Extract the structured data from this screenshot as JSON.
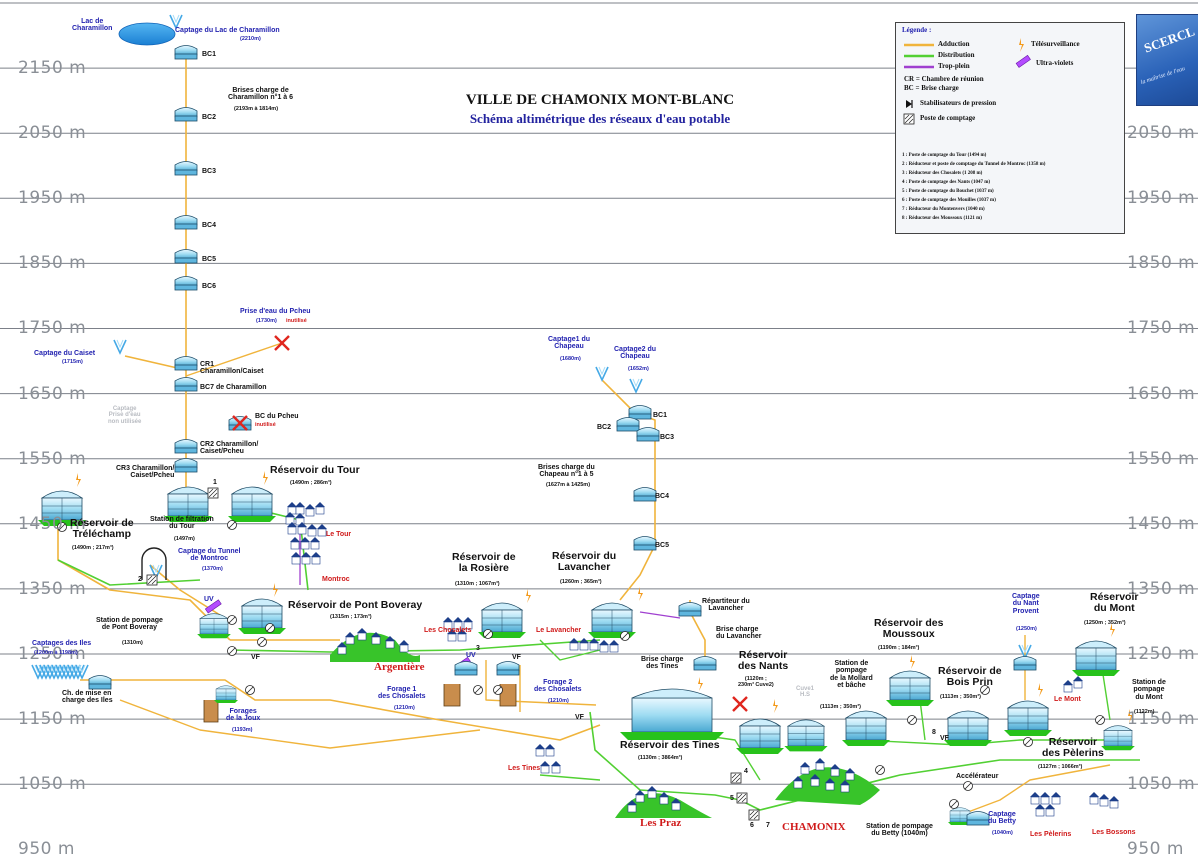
{
  "title": {
    "main": "VILLE DE CHAMONIX MONT-BLANC",
    "sub": "Schéma altimétrique des réseaux d'eau potable"
  },
  "altitude_levels": [
    "2150 m",
    "2050 m",
    "1950 m",
    "1850 m",
    "1750 m",
    "1650 m",
    "1550 m",
    "1450 m",
    "1350 m",
    "1250 m",
    "1150 m",
    "1050 m",
    "950 m"
  ],
  "logo": {
    "text": "SCERCL",
    "tagline": "la maîtrise de l'eau"
  },
  "legend": {
    "title": "Légende :",
    "lines": [
      {
        "label": "Adduction",
        "color": "#f0b43c"
      },
      {
        "label": "Distribution",
        "color": "#52d033"
      },
      {
        "label": "Trop-plein",
        "color": "#a040d0"
      }
    ],
    "telesurveillance": "Télésurveillance",
    "ultraviolets": "Ultra-violets",
    "abbreviations": [
      "CR = Chambre de réunion",
      "BC = Brise charge"
    ],
    "stabilisateurs": "Stabilisateurs de pression",
    "poste": "Poste de comptage",
    "notes": [
      "1 : Poste de comptage du Tour (1494 m)",
      "2 : Réducteur et poste de comptage du Tunnel de Montroc (1358 m)",
      "3 : Réducteur des Chosalets (1 208 m)",
      "4 : Poste de comptage des Nants (1047 m)",
      "5 : Poste de comptage du Bouchet (1037 m)",
      "6 : Poste de comptage des Mouilles (1037 m)",
      "7 : Réducteur du Montenvers (1040 m)",
      "8 : Réducteur des Moussoux (1121 m)"
    ]
  },
  "labels": {
    "lac": "Lac de\nCharamillon",
    "captage_lac": "Captage du Lac de Charamillon",
    "captage_lac_alt": "(2210m)",
    "bc1": "BC1",
    "bc2": "BC2",
    "bc3": "BC3",
    "bc4": "BC4",
    "bc5": "BC5",
    "bc6": "BC6",
    "brises_charamillon": "Brises charge de\nCharamillon n°1 à 6",
    "brises_charamillon_alt": "(2193m à 1814m)",
    "prise_pcheu": "Prise d'eau du Pcheu",
    "prise_pcheu_alt": "(1730m) ",
    "inutilise": "inutilisé",
    "captage_caiset": "Captage du Caiset",
    "captage_caiset_alt": "(1715m)",
    "cr1": "CR1\nCharamillon/Caiset",
    "bc7": "BC7 de Charamillon",
    "captage_prise_gris": "Captage\nPrise d'eau\nnon utilisée",
    "bc_pcheu": "BC du Pcheu",
    "cr2": "CR2 Charamillon/\nCaiset/Pcheu",
    "cr3": "CR3 Charamillon/\nCaiset/Pcheu",
    "res_tour": "Réservoir du Tour",
    "res_tour_alt": "(1490m ; 286m³)",
    "le_tour": "Le Tour",
    "res_trelechamp": "Réservoir de\nTréléchamp",
    "res_trelechamp_alt": "(1490m ; 217m³)",
    "station_filtration": "Station de filtration\ndu Tour",
    "station_filtration_alt": "(1497m)",
    "captage_tunnel": "Captage du Tunnel\nde Montroc",
    "captage_tunnel_alt": "(1370m)",
    "montroc": "Montroc",
    "captage1_chapeau": "Captage1 du\nChapeau",
    "captage1_chapeau_alt": "(1680m)",
    "captage2_chapeau": "Captage2 du\nChapeau",
    "captage2_chapeau_alt": "(1652m)",
    "brises_chapeau": "Brises charge du\nChapeau n°1 à 5",
    "brises_chapeau_alt": "(1627m à 1425m)",
    "res_rosiere": "Réservoir de\nla Rosière",
    "res_rosiere_alt": "(1310m ; 1067m³)",
    "res_lavancher": "Réservoir du\nLavancher",
    "res_lavancher_alt": "(1260m ; 365m³)",
    "repartiteur": "Répartiteur du\nLavancher",
    "bc_lavancher": "Brise charge\ndu Lavancher",
    "station_pontboveray": "Station de pompage\nde Pont Boveray",
    "station_pontboveray_alt": "(1310m)",
    "uv": "UV",
    "res_pontboveray": "Réservoir de Pont Boveray",
    "res_pontboveray_alt": "(1315m ; 173m³)",
    "les_chosalets": "Les Chosalets",
    "le_lavancher": "Le Lavancher",
    "argentiere": "Argentière",
    "vf": "VF",
    "captages_iles": "Captages des Iles",
    "captages_iles_alt": "(1200m à 1198m)",
    "ch_mise_charge": "Ch. de mise en\ncharge des Iles",
    "forages_joux": "Forages\nde la Joux",
    "forages_joux_alt": "(1193m)",
    "forage1": "Forage 1\ndes Chosalets",
    "forage1_alt": "(1210m)",
    "forage2": "Forage 2\ndes Chosalets",
    "forage2_alt": "(1210m)",
    "bc_tines": "Brise charge\ndes Tines",
    "res_nants": "Réservoir\ndes Nants",
    "res_nants_alt": "(1120m ;\n230m³ Cuve2)",
    "cuve1": "Cuve1\nH.S",
    "res_tines": "Réservoir des Tines",
    "res_tines_alt": "(1130m ; 3864m³)",
    "les_tines": "Les Tines",
    "les_praz": "Les Praz",
    "chamonix": "CHAMONIX",
    "res_moussoux": "Réservoir des\nMoussoux",
    "res_moussoux_alt": "(1190m ; 184m³)",
    "station_mollard": "Station de\npompage\nde la Mollard\net bâche",
    "station_mollard_alt": "(1113m ; 350m³)",
    "res_boisprin": "Réservoir de\nBois Prin",
    "res_boisprin_alt": "(1113m ; 350m³)",
    "captage_nant": "Captage\ndu Nant\nProvent",
    "captage_nant_alt": "(1250m)",
    "res_mont": "Réservoir\ndu Mont",
    "res_mont_alt": "(1250m ; 352m³)",
    "le_mont": "Le Mont",
    "station_mont": "Station de\npompage\ndu Mont",
    "station_mont_alt": "(1122m)",
    "res_pelerins": "Réservoir\ndes Pèlerins",
    "res_pelerins_alt": "(1127m ; 1066m³)",
    "accelerateur": "Accélérateur",
    "station_betty": "Station de pompage\ndu Betty (1040m)",
    "captage_betty": "Captage\ndu Betty",
    "captage_betty_alt": "(1040m)",
    "les_pelerins": "Les Pèlerins",
    "les_bossons": "Les Bossons",
    "n1": "1",
    "n2": "2",
    "n3": "3",
    "n4": "4",
    "n5": "5",
    "n6": "6",
    "n7": "7",
    "n8": "8"
  }
}
